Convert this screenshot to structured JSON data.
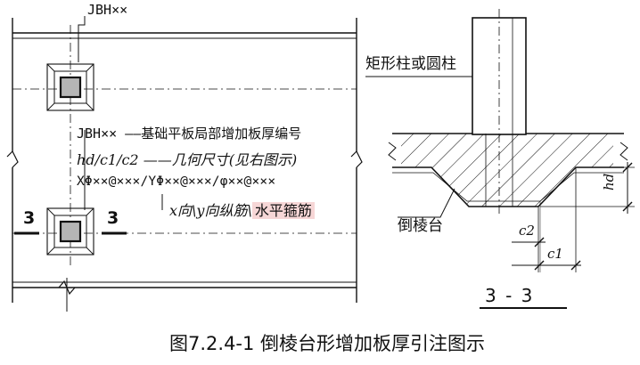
{
  "plan": {
    "top_tag": "JBH××",
    "notes": [
      "JBH××    ——基础平板局部增加板厚编号",
      "hd/c1/c2 ——几何尺寸(见右图示)",
      "XΦ××@×××/YΦ××@×××/φ××@×××"
    ],
    "bar_note": {
      "x_part": "x向\\y向纵筋\\",
      "highlight_part": "水平箍筋"
    },
    "cut_mark_left": "3",
    "cut_mark_right": "3"
  },
  "section": {
    "column_label": "矩形柱或圆柱",
    "chamfer_label": "倒棱台",
    "dim_hd": "hd",
    "dim_c2": "c2",
    "dim_c1": "c1",
    "section_title": "3 - 3"
  },
  "caption": "图7.2.4-1  倒棱台形增加板厚引注图示"
}
